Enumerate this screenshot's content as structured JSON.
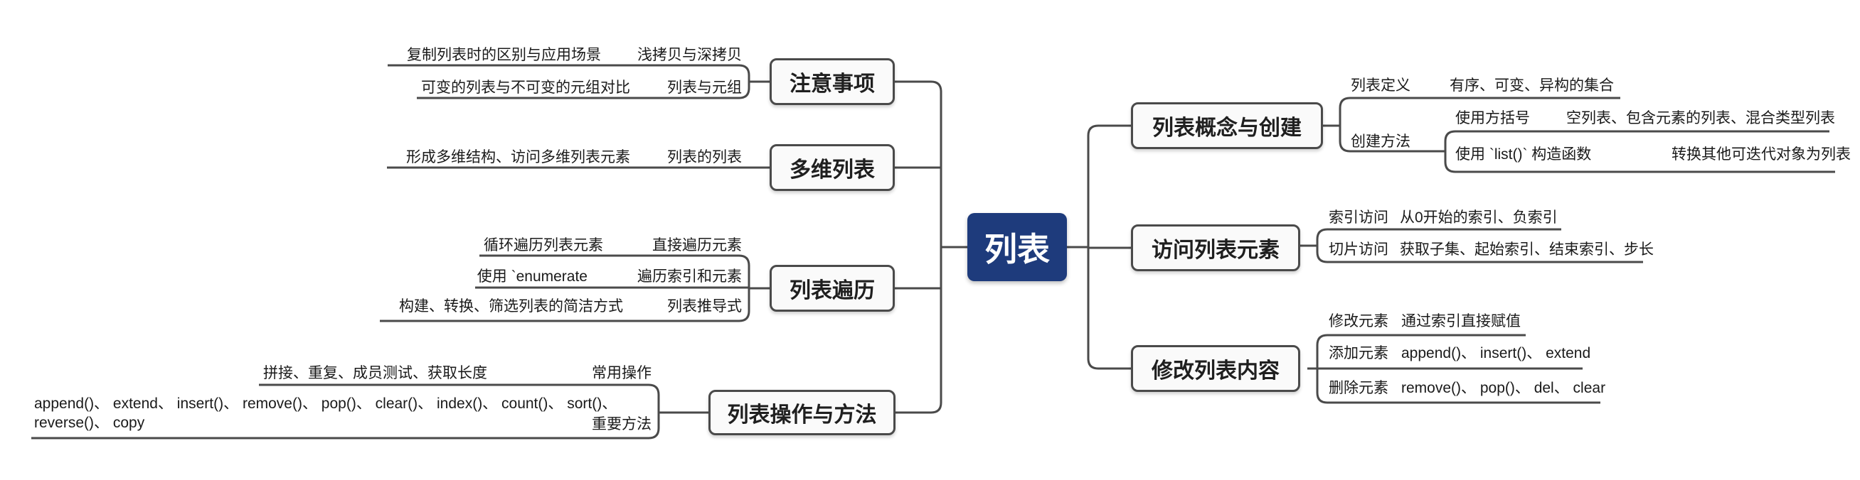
{
  "central_topic": "列表",
  "colors": {
    "center_bg": "#1e3b7c",
    "center_text": "#ffffff",
    "line": "#4a4a4a",
    "box_border": "#4a4a4a",
    "box_bg": "#fafafa",
    "text": "#1a1a1a"
  },
  "left": {
    "notes": {
      "label": "注意事项",
      "children": [
        {
          "label": "浅拷贝与深拷贝",
          "desc": "复制列表时的区别与应用场景"
        },
        {
          "label": "列表与元组",
          "desc": "可变的列表与不可变的元组对比"
        }
      ]
    },
    "multidim": {
      "label": "多维列表",
      "children": [
        {
          "label": "列表的列表",
          "desc": "形成多维结构、访问多维列表元素"
        }
      ]
    },
    "traverse": {
      "label": "列表遍历",
      "children": [
        {
          "label": "直接遍历元素",
          "desc": "循环遍历列表元素"
        },
        {
          "label": "遍历索引和元素",
          "desc": "使用 `enumerate"
        },
        {
          "label": "列表推导式",
          "desc": "构建、转换、筛选列表的简洁方式"
        }
      ]
    },
    "ops": {
      "label": "列表操作与方法",
      "children": [
        {
          "label": "常用操作",
          "desc": "拼接、重复、成员测试、获取长度"
        },
        {
          "label": "重要方法",
          "desc_line1": "append()、 extend、 insert()、 remove()、 pop()、 clear()、 index()、 count()、 sort()、",
          "desc_line2": "reverse()、 copy"
        }
      ]
    }
  },
  "right": {
    "concept": {
      "label": "列表概念与创建",
      "children": [
        {
          "label": "列表定义",
          "desc": "有序、可变、异构的集合"
        },
        {
          "label": "创建方法",
          "children": [
            {
              "label": "使用方括号",
              "desc": "空列表、包含元素的列表、混合类型列表"
            },
            {
              "label": "使用 `list()` 构造函数",
              "desc": "转换其他可迭代对象为列表"
            }
          ]
        }
      ]
    },
    "access": {
      "label": "访问列表元素",
      "children": [
        {
          "label": "索引访问",
          "desc": "从0开始的索引、负索引"
        },
        {
          "label": "切片访问",
          "desc": "获取子集、起始索引、结束索引、步长"
        }
      ]
    },
    "modify": {
      "label": "修改列表内容",
      "children": [
        {
          "label": "修改元素",
          "desc": "通过索引直接赋值"
        },
        {
          "label": "添加元素",
          "desc": "append()、 insert()、 extend"
        },
        {
          "label": "删除元素",
          "desc": "remove()、 pop()、 del、 clear"
        }
      ]
    }
  }
}
